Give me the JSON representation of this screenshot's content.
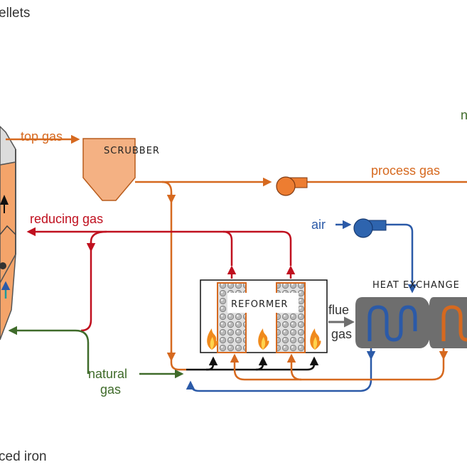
{
  "labels": {
    "pellets": "ellets",
    "top_gas": "top gas",
    "scrubber": "SCRUBBER",
    "process_gas": "process gas",
    "reducing_gas": "reducing gas",
    "air": "air",
    "reformer": "REFORMER",
    "flue": "flue",
    "gas": "gas",
    "heat_exchanger": "HEAT EXCHANGE",
    "natural": "natural",
    "gas2": "gas",
    "reduced_iron": "ced iron",
    "edge_n": "n"
  },
  "colors": {
    "orange": "#d6691f",
    "red": "#c0101f",
    "blue": "#2b5aa8",
    "green": "#3f6b2a",
    "black": "#111111",
    "grey": "#6e6e6e",
    "scrubber_fill": "#f4b183",
    "blower_orange": "#ed7d31",
    "blower_blue": "#2e64ae"
  }
}
